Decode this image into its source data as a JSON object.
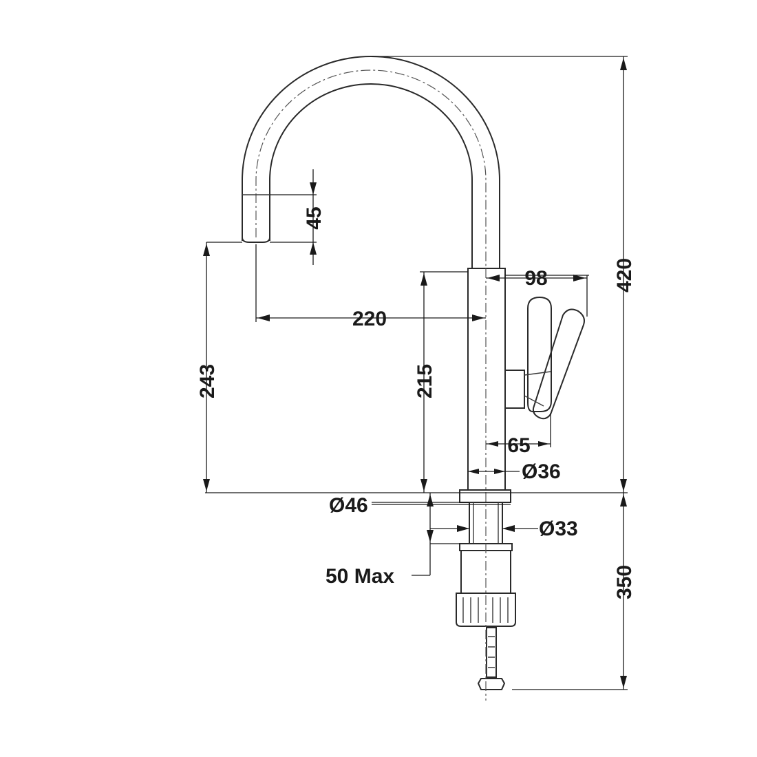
{
  "dimensions": {
    "spout_drop": "45",
    "spout_reach": "220",
    "spout_height": "243",
    "body_height": "215",
    "handle_reach": "98",
    "handle_offset": "65",
    "body_diameter": "Ø36",
    "base_diameter": "Ø46",
    "shank_diameter": "Ø33",
    "max_counter_thickness": "50 Max",
    "total_height": "420",
    "below_counter": "350"
  },
  "colors": {
    "line": "#2a2a2a",
    "background": "#ffffff"
  }
}
